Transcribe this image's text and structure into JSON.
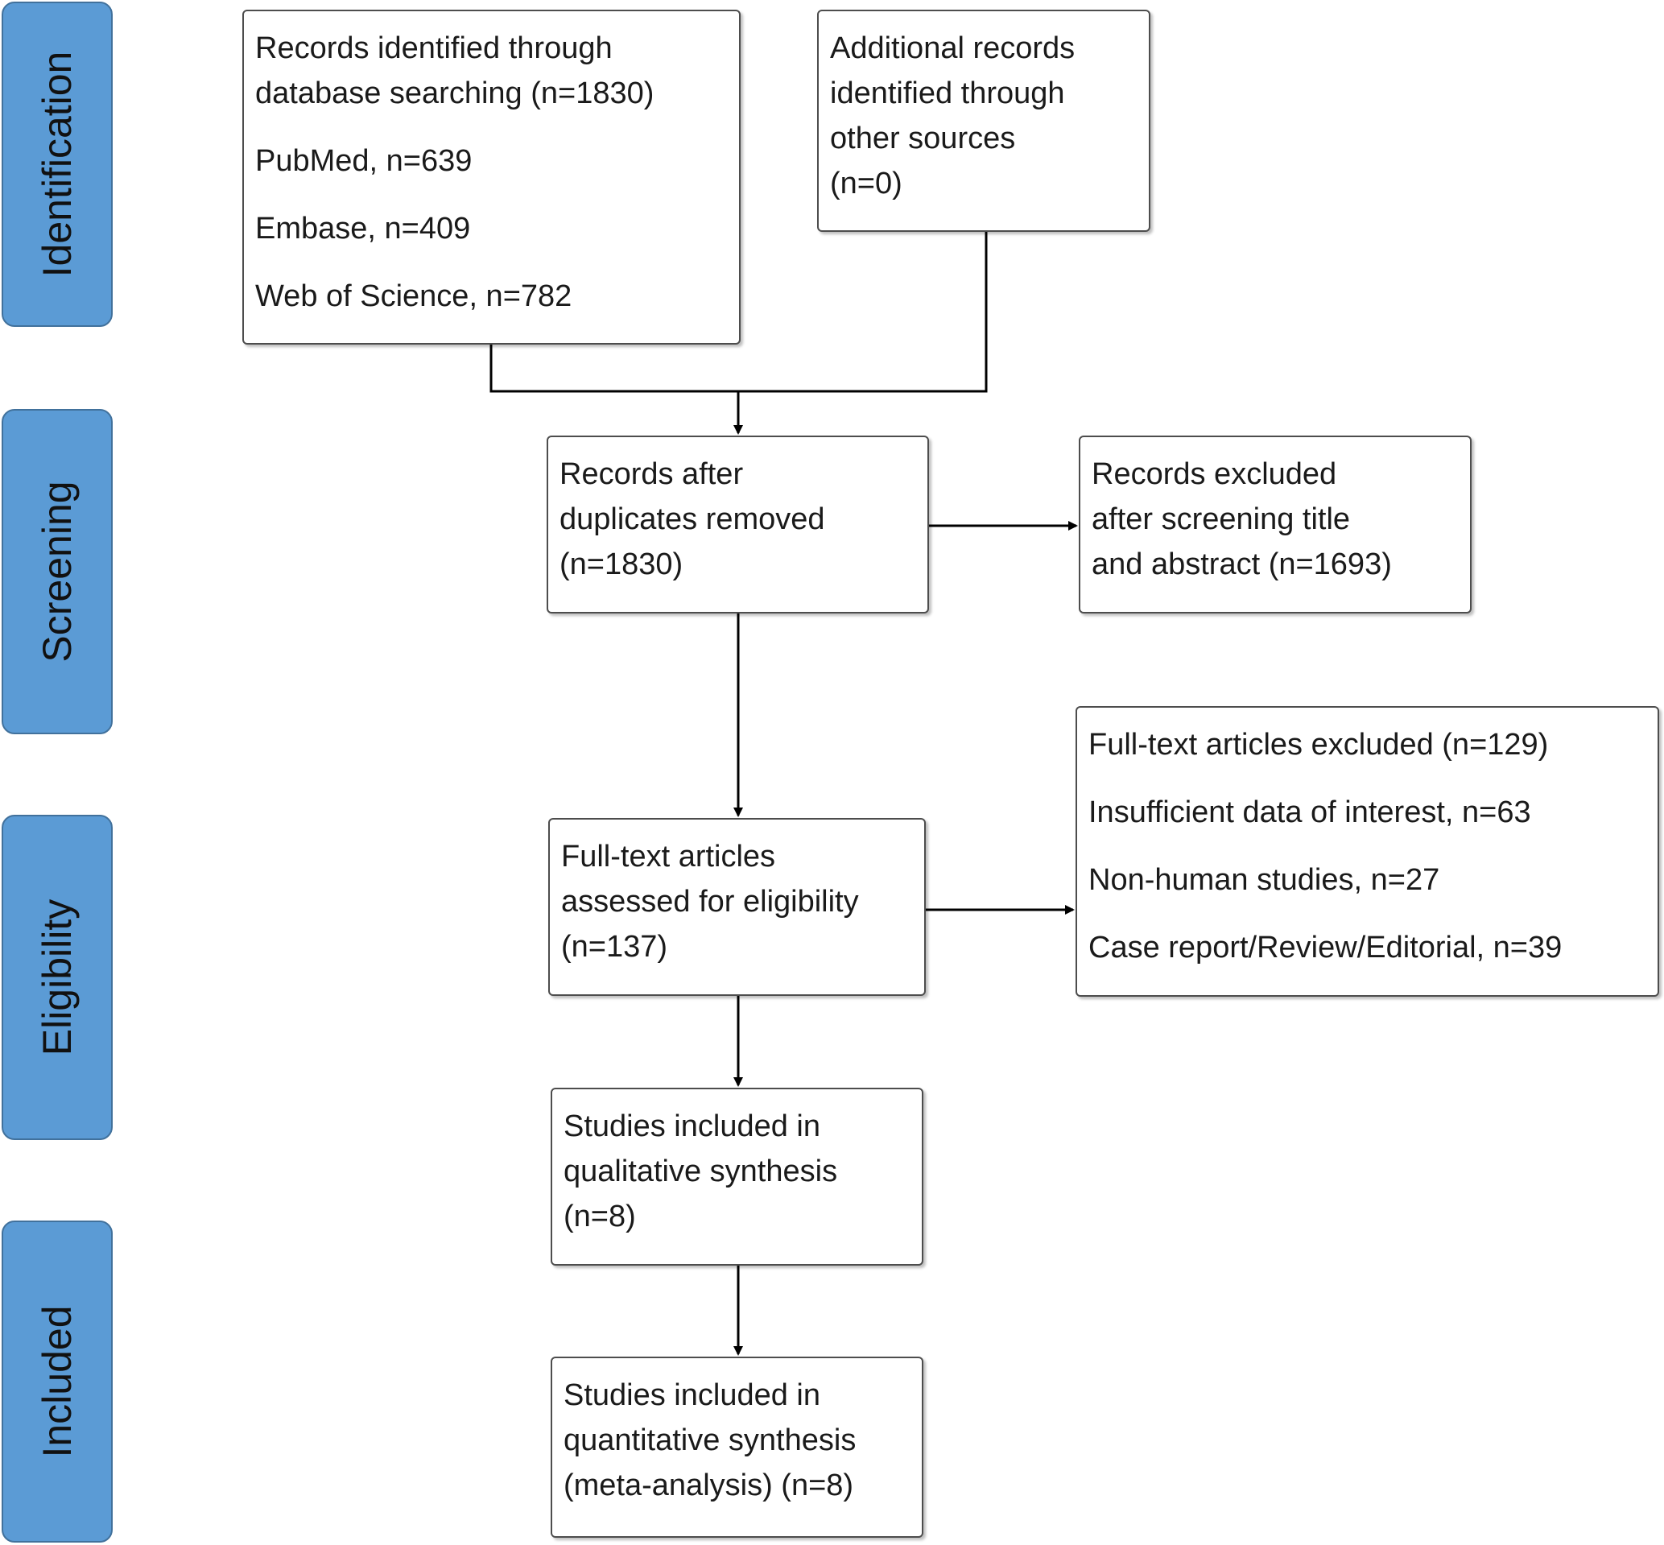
{
  "phases": {
    "identification": "Identification",
    "screening": "Screening",
    "eligibility": "Eligibility",
    "included": "Included"
  },
  "boxes": {
    "database_search": {
      "title_lines": [
        "Records identified through",
        "database searching (n=1830)"
      ],
      "sources": [
        "PubMed, n=639",
        "Embase, n=409",
        "Web of Science, n=782"
      ]
    },
    "other_sources": {
      "lines": [
        "Additional records",
        "identified through",
        "other sources",
        "(n=0)"
      ]
    },
    "after_duplicates": {
      "lines": [
        "Records after",
        "duplicates removed",
        "(n=1830)"
      ]
    },
    "excluded_screening": {
      "lines": [
        "Records excluded",
        "after screening title",
        "and abstract (n=1693)"
      ]
    },
    "fulltext_assessed": {
      "lines": [
        "Full-text articles",
        "assessed for eligibility",
        "(n=137)"
      ]
    },
    "fulltext_excluded": {
      "title": "Full-text articles excluded (n=129)",
      "reasons": [
        "Insufficient data of interest, n=63",
        "Non-human studies, n=27",
        "Case report/Review/Editorial, n=39"
      ]
    },
    "qualitative": {
      "lines": [
        "Studies included in",
        "qualitative synthesis",
        "(n=8)"
      ]
    },
    "quantitative": {
      "lines": [
        "Studies included in",
        "quantitative synthesis",
        "(meta-analysis) (n=8)"
      ]
    }
  },
  "colors": {
    "phase_fill": "#5b9bd5",
    "phase_border": "#41719c",
    "box_border": "#4d4d4d",
    "line": "#000000"
  }
}
